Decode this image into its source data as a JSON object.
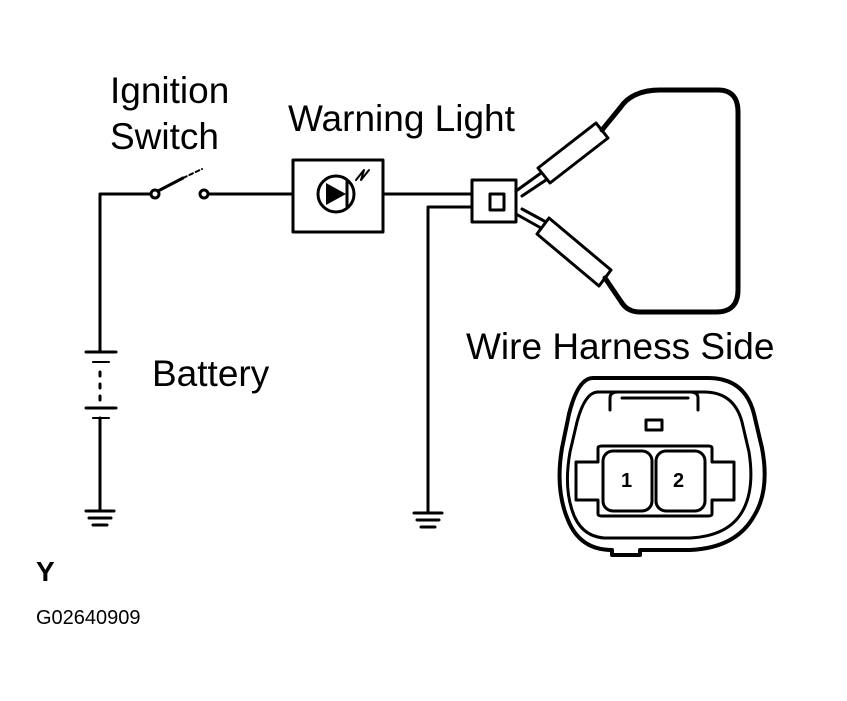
{
  "labels": {
    "ignition_line1": "Ignition",
    "ignition_line2": "Switch",
    "warning_light": "Warning Light",
    "battery": "Battery",
    "wire_harness_side": "Wire Harness Side",
    "pin_1": "1",
    "pin_2": "2"
  },
  "footer": {
    "mark": "Y",
    "figure_code": "G02640909"
  }
}
